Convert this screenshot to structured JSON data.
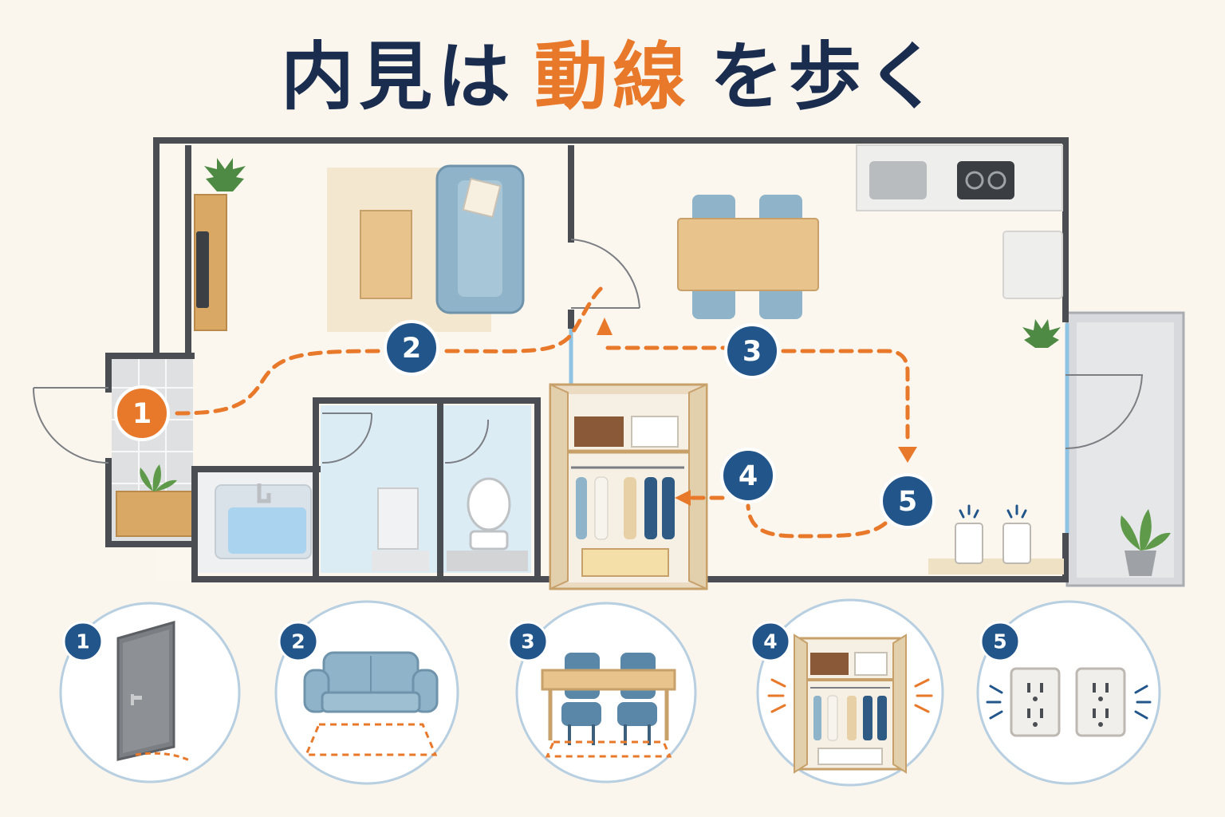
{
  "title": {
    "part1": "内見は",
    "highlight": "動線",
    "part2": "を歩く"
  },
  "steps": [
    {
      "num": "1",
      "icon": "door-icon"
    },
    {
      "num": "2",
      "icon": "sofa-icon"
    },
    {
      "num": "3",
      "icon": "dining-table-icon"
    },
    {
      "num": "4",
      "icon": "closet-icon"
    },
    {
      "num": "5",
      "icon": "outlet-icon"
    }
  ],
  "colors": {
    "route": "#e8782a",
    "badge": "#22558a",
    "badge_start": "#e8782a",
    "title": "#1b2d4f",
    "wall": "#4a4d52",
    "sofa": "#8fb3c8",
    "wood": "#e8c48c",
    "circle_border": "#b7cfe0"
  }
}
